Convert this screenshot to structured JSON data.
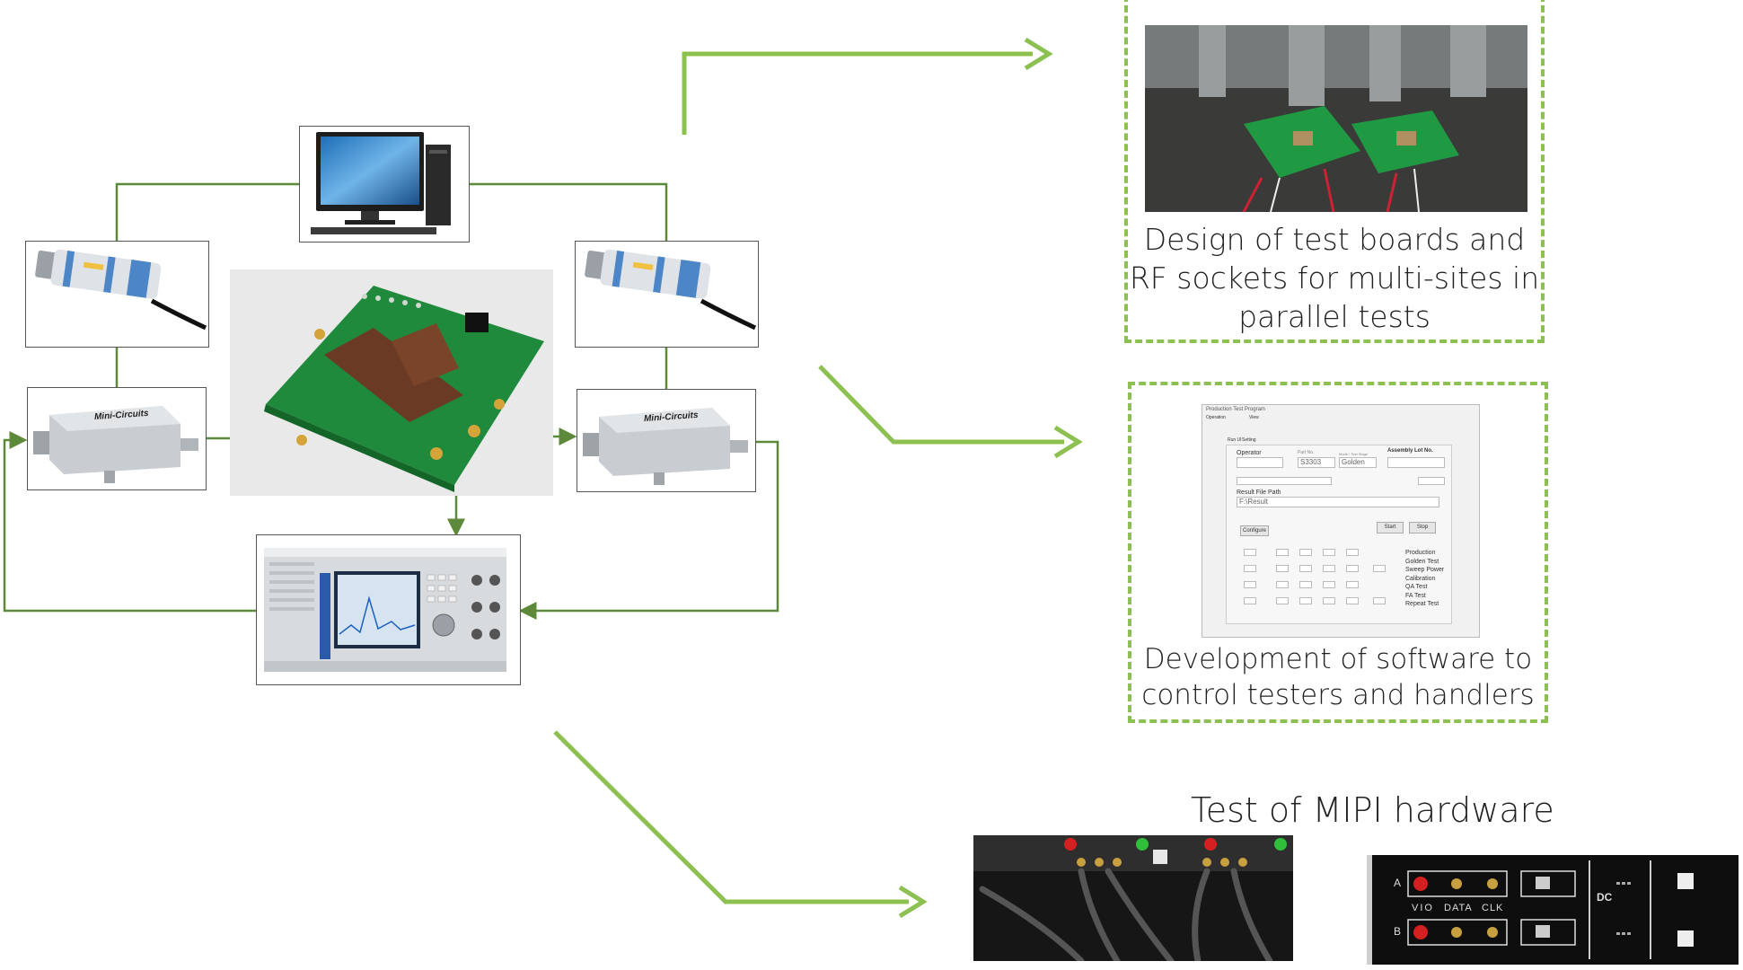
{
  "captions": {
    "boards": "Design of test boards and RF sockets for multi-sites in parallel tests",
    "boards_lines": [
      "Design of test boards and",
      "RF sockets for multi-sites in",
      "parallel tests"
    ],
    "software_lines": [
      "Development of software to",
      "control testers and handlers"
    ],
    "mipi_title": "Test of MIPI hardware"
  },
  "device_labels": {
    "attenuator_brand": "Mini-Circuits"
  },
  "software_ui": {
    "window_title": "Production Test Program",
    "menu": [
      "Operation",
      "View"
    ],
    "tabs": [
      "Run UI",
      "Setting"
    ],
    "operator_label": "Operator",
    "part_no_label": "Part No.",
    "part_no_value": "S3303",
    "mode_label": "Mode / Test Stage",
    "mode_value": "Golden",
    "assembly_lot_label": "Assembly Lot No.",
    "result_file_label": "Result File Path",
    "result_file_value": "F:\\Result",
    "configure_button": "Configure",
    "start_button": "Start",
    "stop_button": "Stop",
    "test_modes": [
      "Production",
      "Golden Test",
      "Sweep Power",
      "Calibration",
      "QA Test",
      "FA Test",
      "Repeat Test"
    ]
  },
  "mipi_panel": {
    "row_labels": [
      "A",
      "B"
    ],
    "signal_labels": [
      "VIO",
      "DATA",
      "CLK"
    ],
    "dc_label": "DC"
  },
  "colors": {
    "arrow_green": "#8cc152",
    "wire_green": "#5d8a3a",
    "pcb_green": "#1f8a3c"
  }
}
